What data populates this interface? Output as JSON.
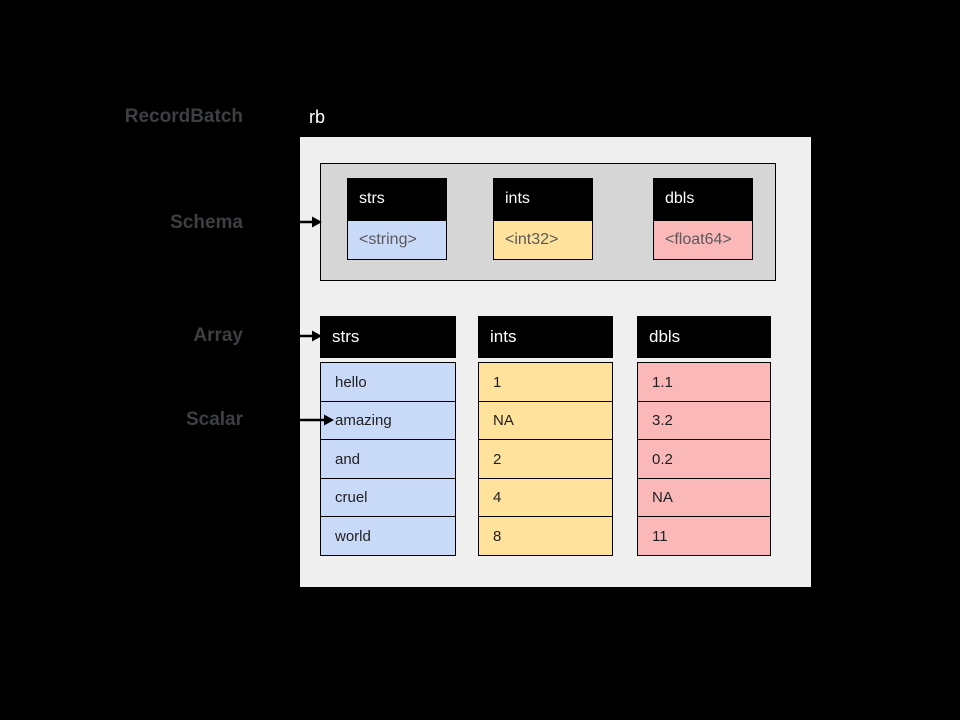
{
  "left_labels": {
    "recordbatch": "RecordBatch",
    "schema": "Schema",
    "array": "Array",
    "scalar": "Scalar"
  },
  "rb_box": {
    "label": "rb"
  },
  "schema": {
    "fields": [
      {
        "name": "strs",
        "type": "<string>"
      },
      {
        "name": "ints",
        "type": "<int32>"
      },
      {
        "name": "dbls",
        "type": "<float64>"
      }
    ]
  },
  "arrays": [
    {
      "name": "strs",
      "values": [
        "hello",
        "amazing",
        "and",
        "cruel",
        "world"
      ]
    },
    {
      "name": "ints",
      "values": [
        "1",
        "NA",
        "2",
        "4",
        "8"
      ]
    },
    {
      "name": "dbls",
      "values": [
        "1.1",
        "3.2",
        "0.2",
        "NA",
        "11"
      ]
    }
  ],
  "colors": {
    "string_fill": "#c9daf8",
    "int_fill": "#ffe39c",
    "double_fill": "#fbb8b8",
    "outer_box_bg": "#efefef",
    "schema_box_bg": "#d6d6d6",
    "header_bg": "#000000",
    "label_text": "#3c4043",
    "background": "#000000"
  }
}
